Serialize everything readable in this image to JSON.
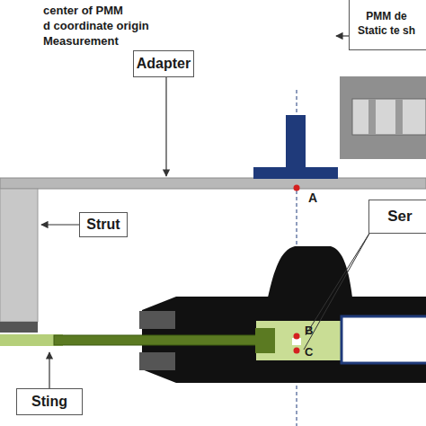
{
  "diagram": {
    "nodes": [
      {
        "text": [
          "Adapter"
        ]
      },
      {
        "text": [
          "PMM de Static te sh"
        ]
      },
      {
        "text": [
          "Strut"
        ]
      },
      {
        "text": [
          "Ser"
        ]
      },
      {
        "text": [
          "Sting"
        ]
      }
    ],
    "labels": [
      "center of PMM",
      "d coordinate origin",
      "Measurement",
      "A",
      "B",
      "C"
    ]
  }
}
